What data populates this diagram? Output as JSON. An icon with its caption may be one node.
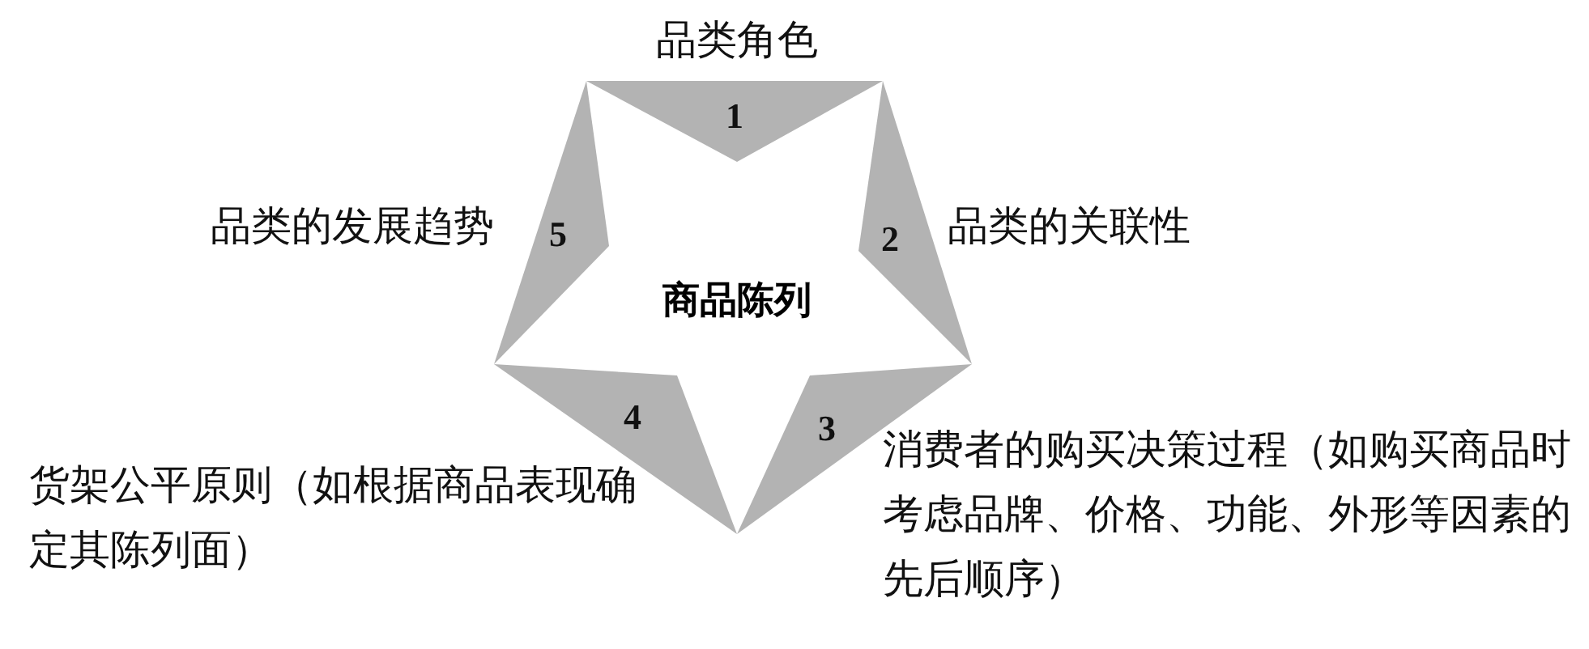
{
  "diagram": {
    "nodes": [
      {
        "text": [
          "商品陈列"
        ]
      },
      {
        "text": [
          "1"
        ],
        "beside": [
          "品类角色"
        ]
      },
      {
        "text": [
          "2"
        ],
        "beside": [
          "品类的关联性"
        ]
      },
      {
        "text": [
          "3"
        ],
        "beside": [
          "消费者的购买决策过程（如购买商品时考虑品牌、价格、功能、外形等因素的先后顺序）"
        ]
      },
      {
        "text": [
          "4"
        ],
        "beside": [
          "货架公平原则（如根据商品表现确定其陈列面）"
        ]
      },
      {
        "text": [
          "5"
        ],
        "beside": [
          "品类的发展趋势"
        ]
      }
    ]
  }
}
